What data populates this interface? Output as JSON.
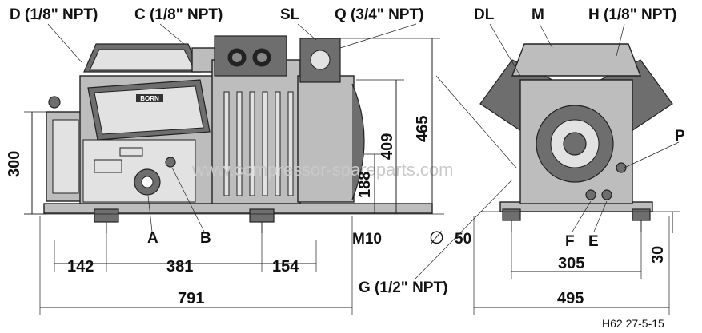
{
  "labels": {
    "D": "D (1/8\" NPT)",
    "C": "C (1/8\" NPT)",
    "SL": "SL",
    "Q": "Q (3/4\" NPT)",
    "DL": "DL",
    "M": "M",
    "H": "H (1/8\" NPT)",
    "P": "P",
    "A": "A",
    "B": "B",
    "F": "F",
    "E": "E",
    "M10": "M10",
    "G": "G (1/2\" NPT)",
    "phi": "∅",
    "phi_value": "50"
  },
  "dimensions": {
    "height_300": "300",
    "height_409": "409",
    "height_465": "465",
    "height_188": "188",
    "len_142": "142",
    "len_381": "381",
    "len_154": "154",
    "len_791": "791",
    "width_305": "305",
    "width_495": "495",
    "foot_30": "30"
  },
  "brand_plate": "BORN",
  "watermark": "www.compressor-spareparts.com",
  "drawing_code": "H62 27-5-15"
}
